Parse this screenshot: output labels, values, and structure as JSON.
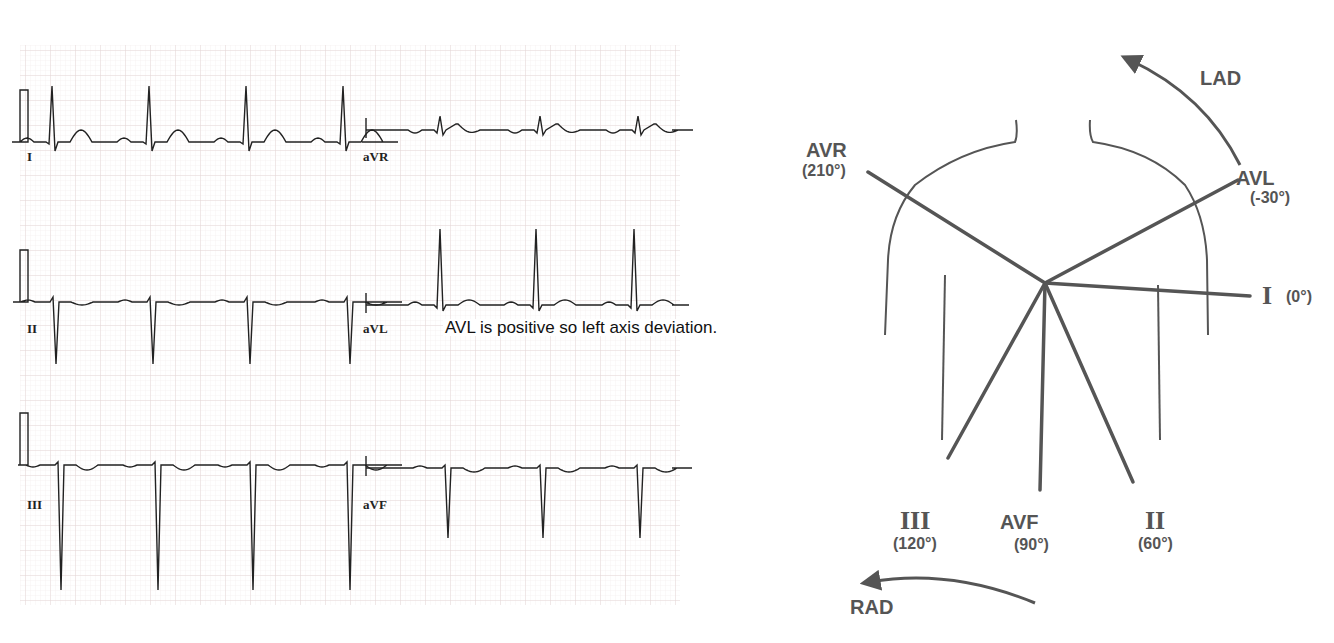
{
  "diagram": {
    "labels": [
      "I",
      "aVR",
      "II",
      "aVL",
      "III",
      "aVF",
      "AVL is positive so left axis deviation.",
      "LAD",
      "AVR",
      "(210°)",
      "AVL",
      "(-30°)",
      "I",
      "(0°)",
      "III",
      "(120°)",
      "AVF",
      "(90°)",
      "II",
      "(60°)",
      "RAD"
    ]
  }
}
